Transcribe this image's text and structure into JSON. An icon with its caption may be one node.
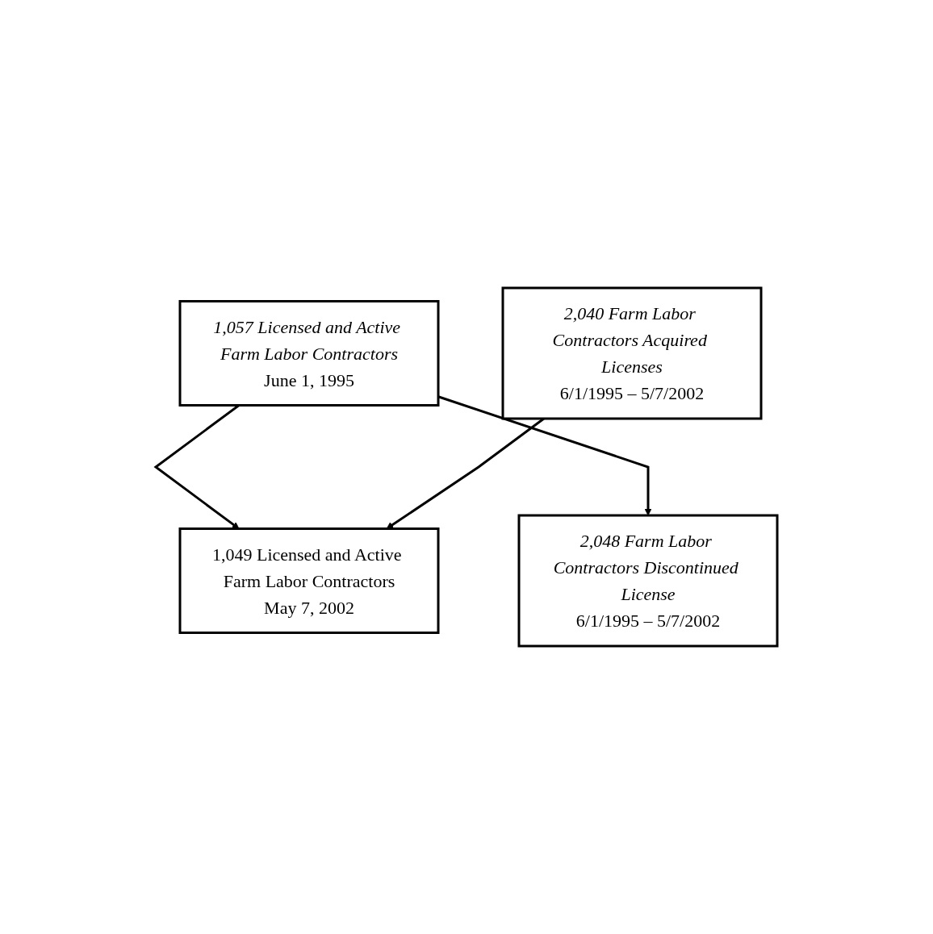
{
  "diagram": {
    "nodes": [
      {
        "text": [
          "1,057 Licensed and Active Farm Labor Contractors",
          "June 1, 1995"
        ]
      },
      {
        "text": [
          "2,040 Farm Labor Contractors Acquired Licenses",
          "6/1/1995 – 5/7/2002"
        ]
      },
      {
        "text": [
          "2,048 Farm Labor Contractors Discontinued License",
          "6/1/1995 – 5/7/2002"
        ]
      },
      {
        "text": [
          "1,049 Licensed and Active Farm Labor Contractors",
          "May 7, 2002"
        ]
      }
    ],
    "edges": [
      {
        "from": 0,
        "to": 3,
        "arrow": "to"
      },
      {
        "from": 1,
        "to": 3,
        "arrow": "to"
      },
      {
        "from": 0,
        "to": 2,
        "arrow": "to"
      }
    ]
  }
}
